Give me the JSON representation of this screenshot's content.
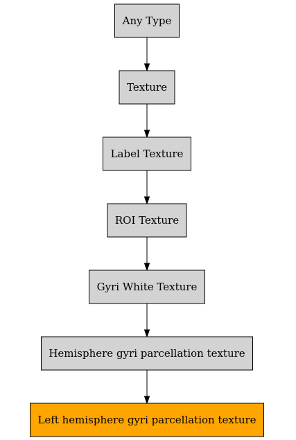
{
  "diagram": {
    "type": "inheritance-flowchart",
    "nodes": [
      {
        "id": "any-type",
        "label": "Any Type",
        "fill": "#d3d3d3",
        "highlight": false
      },
      {
        "id": "texture",
        "label": "Texture",
        "fill": "#d3d3d3",
        "highlight": false
      },
      {
        "id": "label-texture",
        "label": "Label Texture",
        "fill": "#d3d3d3",
        "highlight": false
      },
      {
        "id": "roi-texture",
        "label": "ROI Texture",
        "fill": "#d3d3d3",
        "highlight": false
      },
      {
        "id": "gyri-white-texture",
        "label": "Gyri White Texture",
        "fill": "#d3d3d3",
        "highlight": false
      },
      {
        "id": "hemisphere-gyri-parcellation-texture",
        "label": "Hemisphere gyri parcellation texture",
        "fill": "#d3d3d3",
        "highlight": false
      },
      {
        "id": "left-hemisphere-gyri-parcellation-texture",
        "label": "Left hemisphere gyri parcellation texture",
        "fill": "#ffa500",
        "highlight": true
      }
    ],
    "edges": [
      {
        "from": "any-type",
        "to": "texture"
      },
      {
        "from": "texture",
        "to": "label-texture"
      },
      {
        "from": "label-texture",
        "to": "roi-texture"
      },
      {
        "from": "roi-texture",
        "to": "gyri-white-texture"
      },
      {
        "from": "gyri-white-texture",
        "to": "hemisphere-gyri-parcellation-texture"
      },
      {
        "from": "hemisphere-gyri-parcellation-texture",
        "to": "left-hemisphere-gyri-parcellation-texture"
      }
    ]
  }
}
